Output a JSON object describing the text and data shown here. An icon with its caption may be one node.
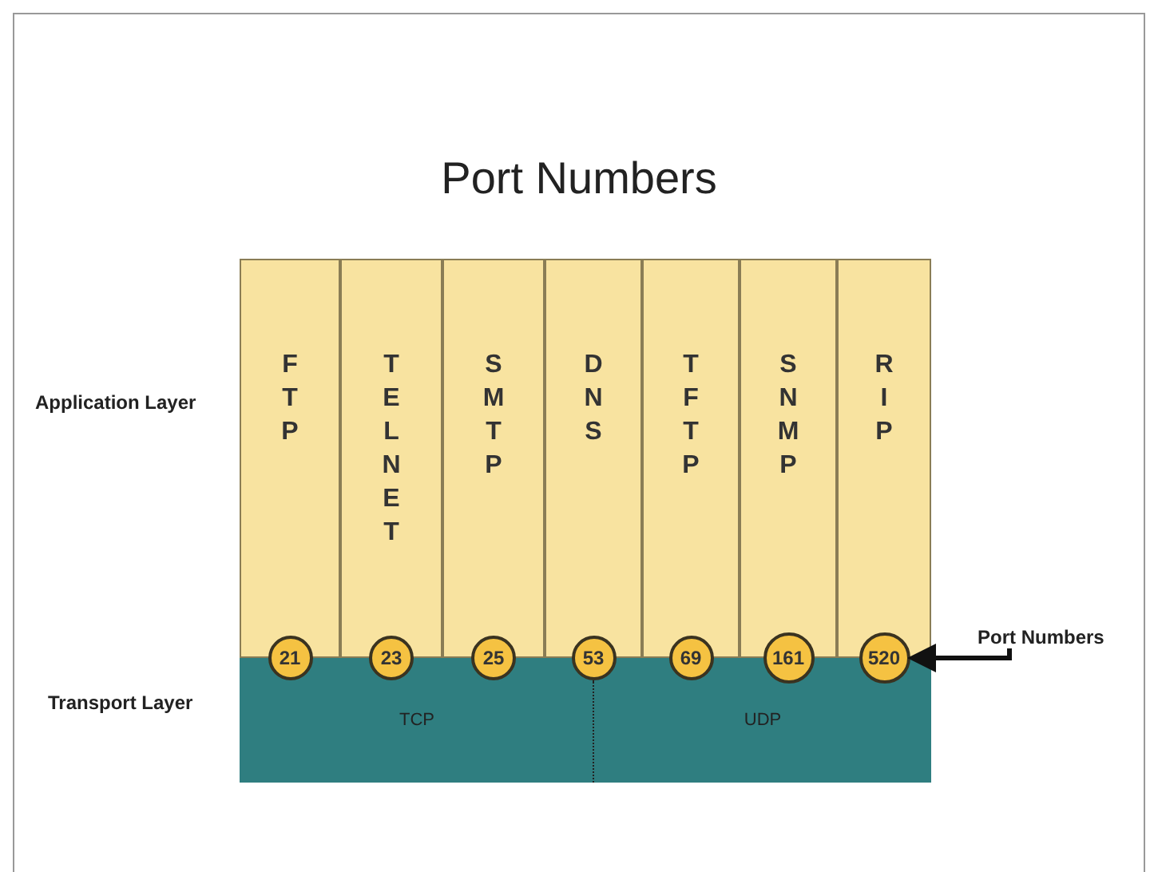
{
  "diagram": {
    "title": "Port Numbers",
    "nodes": [
      {
        "text": [
          "FTP"
        ]
      },
      {
        "text": [
          "TELNET"
        ]
      },
      {
        "text": [
          "SMTP"
        ]
      },
      {
        "text": [
          "DNS"
        ]
      },
      {
        "text": [
          "TFTP"
        ]
      },
      {
        "text": [
          "SNMP"
        ]
      },
      {
        "text": [
          "RIP"
        ]
      },
      {
        "text": [
          "21"
        ]
      },
      {
        "text": [
          "23"
        ]
      },
      {
        "text": [
          "25"
        ]
      },
      {
        "text": [
          "53"
        ]
      },
      {
        "text": [
          "69"
        ]
      },
      {
        "text": [
          "161"
        ]
      },
      {
        "text": [
          "520"
        ]
      },
      {
        "text": [
          "TCP"
        ]
      },
      {
        "text": [
          "UDP"
        ]
      },
      {
        "text": [
          "Port Numbers"
        ]
      }
    ],
    "edges": [
      {
        "from": 16,
        "to": 13,
        "arrow": "to"
      }
    ],
    "labels": [
      "Application Layer",
      "Transport Layer"
    ]
  }
}
